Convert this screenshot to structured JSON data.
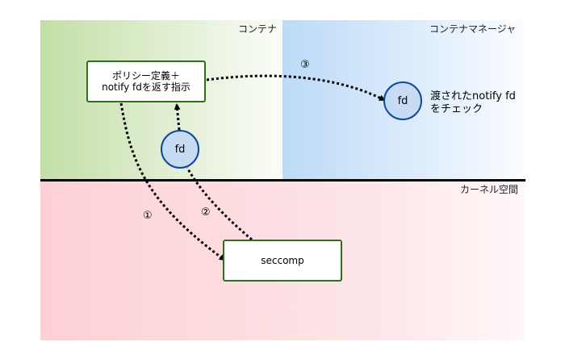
{
  "regions": {
    "container": "コンテナ",
    "manager": "コンテナマネージャ",
    "kernel": "カーネル空間"
  },
  "boxes": {
    "policy_line1": "ポリシー定義＋",
    "policy_line2": "notify fdを返す指示",
    "seccomp": "seccomp"
  },
  "fd_nodes": {
    "kernel_fd": "fd",
    "manager_fd": "fd",
    "caption_line1": "渡されたnotify fd",
    "caption_line2": "をチェック"
  },
  "steps": {
    "one": "①",
    "two": "②",
    "three": "③"
  },
  "colors": {
    "container_bg": "#c3dfa7",
    "manager_bg": "#bcdaf7",
    "kernel_bg": "#fdd0d5",
    "box_border": "#2f6e1e",
    "circle_fill": "#c7dcf3",
    "circle_border": "#0d47a1"
  }
}
